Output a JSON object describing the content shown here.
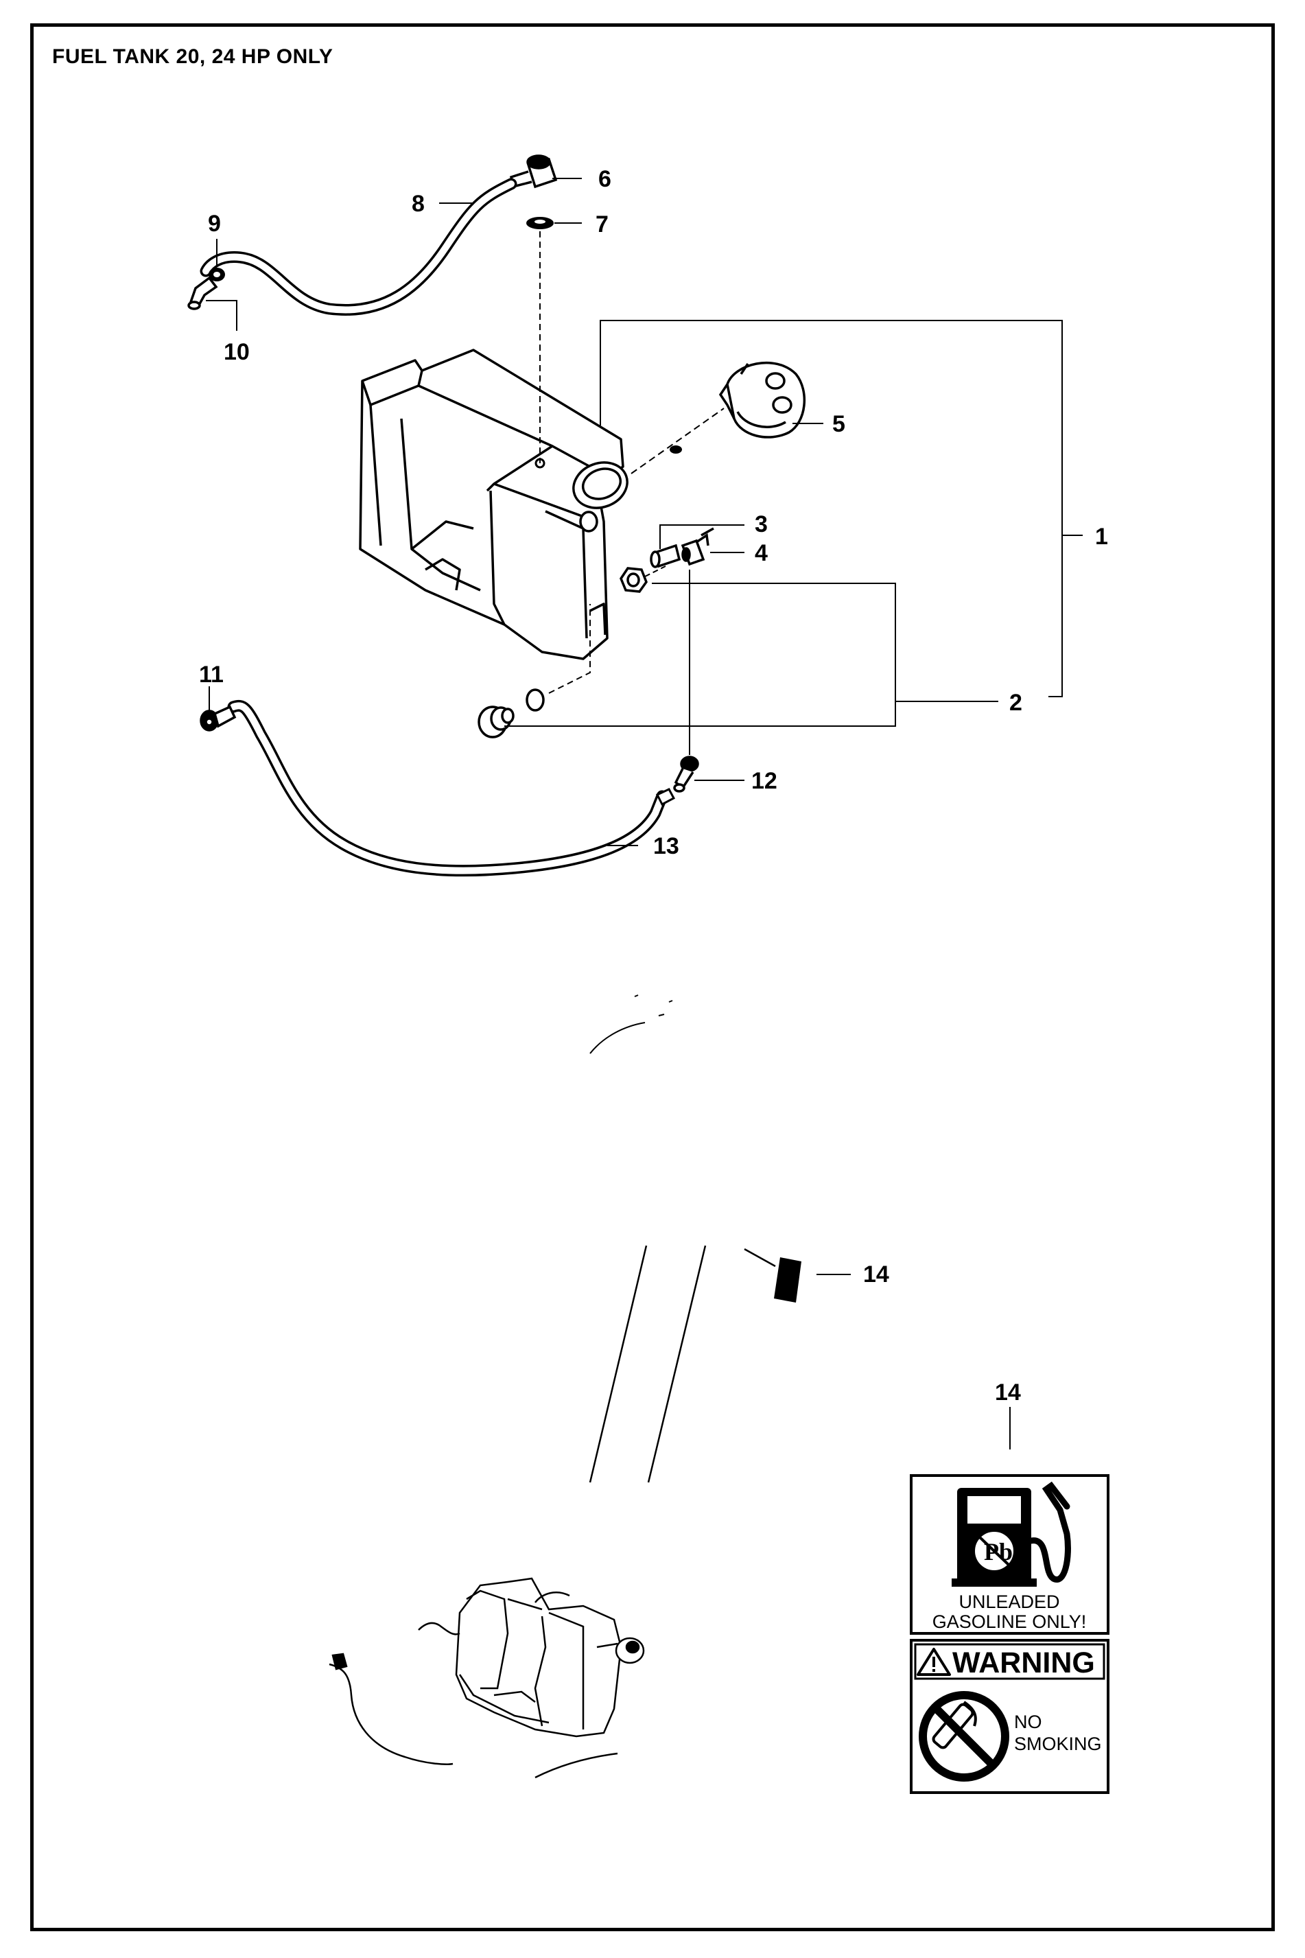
{
  "title": "FUEL TANK 20, 24 HP ONLY",
  "callouts": [
    {
      "id": "c1",
      "text": "1"
    },
    {
      "id": "c2",
      "text": "2"
    },
    {
      "id": "c3",
      "text": "3"
    },
    {
      "id": "c4",
      "text": "4"
    },
    {
      "id": "c5",
      "text": "5"
    },
    {
      "id": "c6",
      "text": "6"
    },
    {
      "id": "c7",
      "text": "7"
    },
    {
      "id": "c8",
      "text": "8"
    },
    {
      "id": "c9",
      "text": "9"
    },
    {
      "id": "c10",
      "text": "10"
    },
    {
      "id": "c11",
      "text": "11"
    },
    {
      "id": "c12",
      "text": "12"
    },
    {
      "id": "c13",
      "text": "13"
    },
    {
      "id": "c14a",
      "text": "14"
    },
    {
      "id": "c14b",
      "text": "14"
    }
  ],
  "decal": {
    "unleaded_line1": "UNLEADED",
    "unleaded_line2": "GASOLINE ONLY!",
    "warning": "WARNING",
    "no_smoking_line1": "NO",
    "no_smoking_line2": "SMOKING"
  }
}
